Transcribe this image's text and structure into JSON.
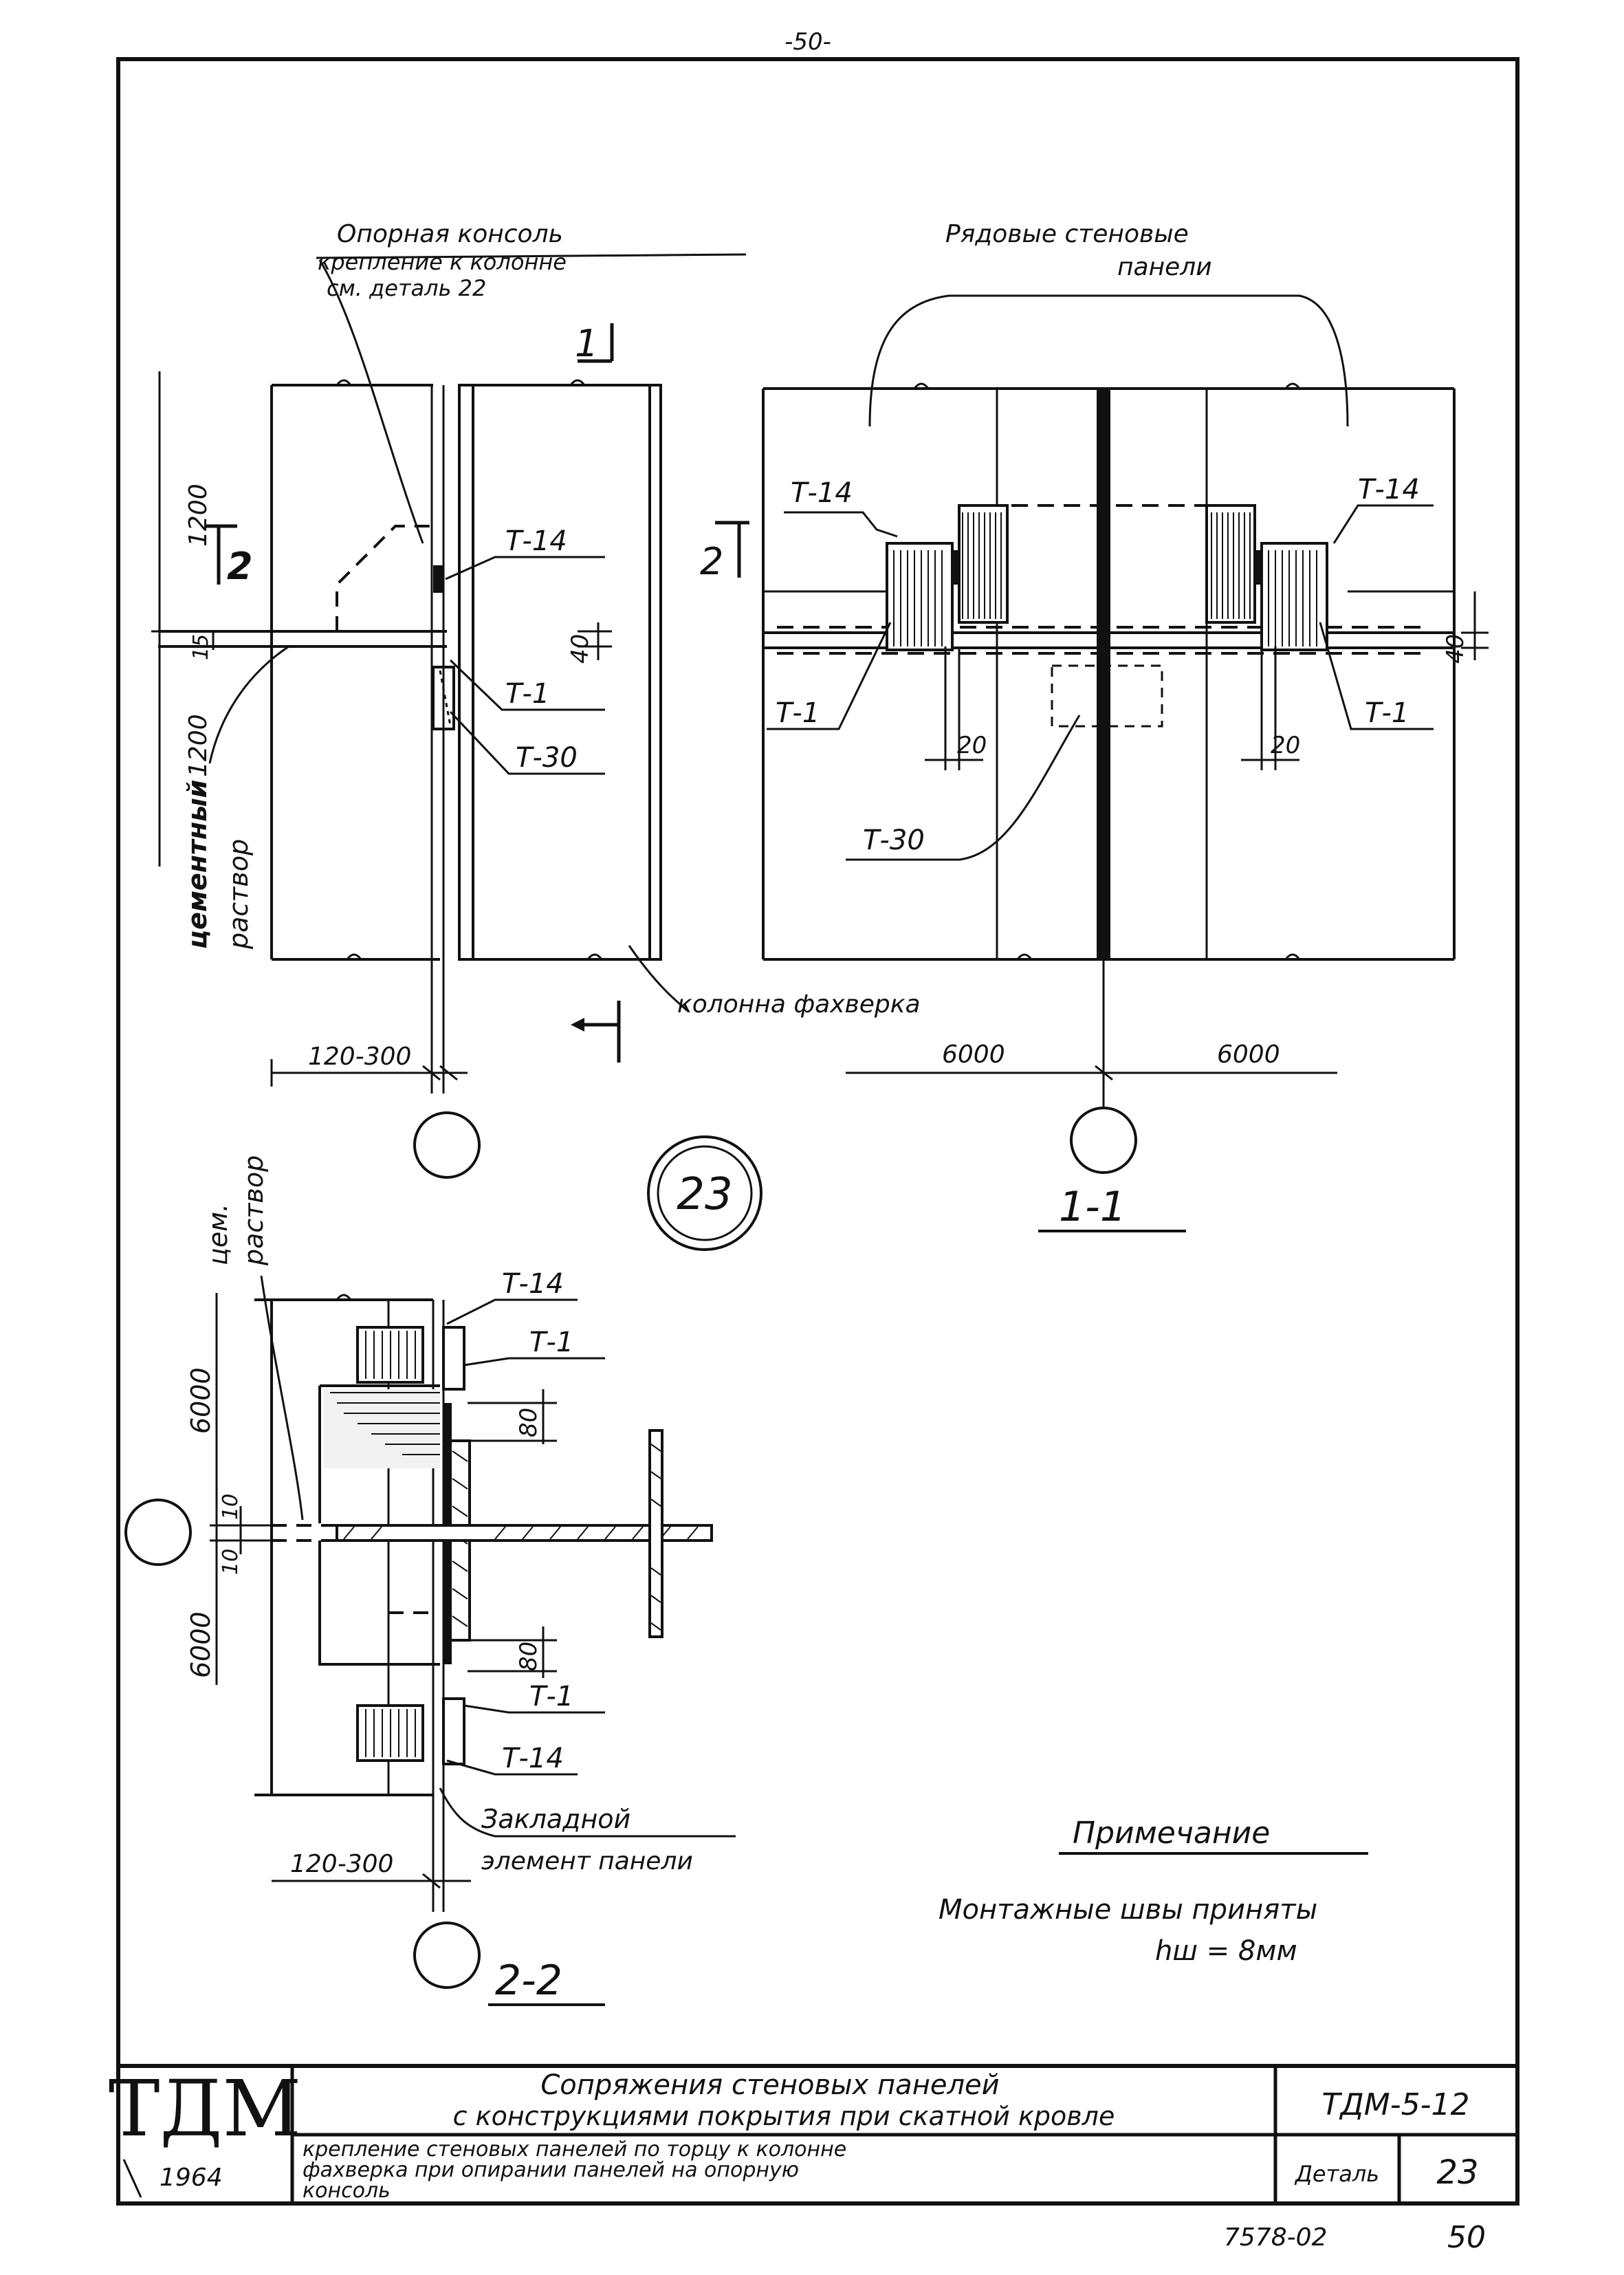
{
  "page_number_top": "-50-",
  "page_number_bottom": "50",
  "sheet_code_bottom": "7578-02",
  "view_left": {
    "callout_console": [
      "Опорная консоль",
      "крепление к колонне",
      "см. деталь 22"
    ],
    "section_mark_1": "1",
    "section_mark_2_left": "2",
    "section_mark_2_right": "2",
    "label_t14": "Т-14",
    "label_t1": "Т-1",
    "label_t30": "Т-30",
    "dim_1200_top": "1200",
    "dim_15": "15",
    "dim_1200_bottom": "1200",
    "dim_40": "40",
    "mortar_label": [
      "цементный",
      "раствор"
    ],
    "dim_bottom": "120-300",
    "column_label": "колонна фахверка"
  },
  "view_right": {
    "callout_panels": [
      "Рядовые стеновые",
      "панели"
    ],
    "label_t14_left": "Т-14",
    "label_t14_right": "Т-14",
    "label_t1_left": "Т-1",
    "label_t1_right": "Т-1",
    "label_t30": "Т-30",
    "dim_40": "40",
    "dim_20_left": "20",
    "dim_20_right": "20",
    "dim_6000_left": "6000",
    "dim_6000_right": "6000",
    "section_title": "1-1"
  },
  "detail_number": "23",
  "view_bottom": {
    "mortar_label": [
      "цем.",
      "раствор"
    ],
    "dim_6000_top": "6000",
    "dim_10_top": "10",
    "dim_10_bottom": "10",
    "dim_6000_bottom": "6000",
    "dim_80_top": "80",
    "dim_80_bottom": "80",
    "label_t14_top": "Т-14",
    "label_t1_top": "Т-1",
    "label_t1_bottom": "Т-1",
    "label_t14_bottom": "Т-14",
    "embedded_label": [
      "Закладной",
      "элемент панели"
    ],
    "dim_bottom": "120-300",
    "section_title": "2-2"
  },
  "note": {
    "title": "Примечание",
    "line1": "Монтажные швы приняты",
    "line2": "hш = 8мм"
  },
  "title_block": {
    "logo": "ТДМ",
    "year": "1964",
    "title_line1": "Сопряжения стеновых панелей",
    "title_line2": "с конструкциями покрытия при скатной кровле",
    "subtitle_line1": "крепление стеновых панелей по торцу к колонне",
    "subtitle_line2": "фахверка при опирании панелей на опорную",
    "subtitle_line3": "консоль",
    "series_code": "ТДМ-5-12",
    "detail_label": "Деталь",
    "detail_number": "23"
  }
}
